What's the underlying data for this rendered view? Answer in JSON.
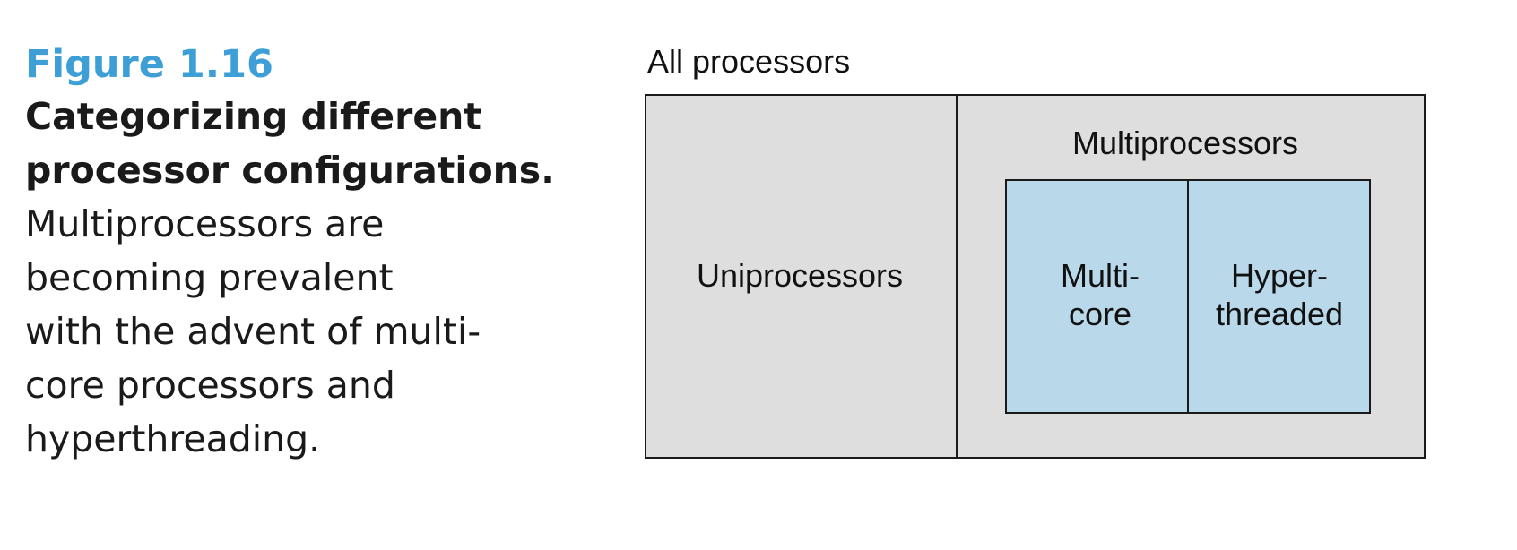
{
  "caption": {
    "figure_label": "Figure 1.16",
    "title_lines": [
      "Categorizing different",
      "processor configurations."
    ],
    "body_lines": [
      "Multiprocessors are",
      "becoming prevalent",
      "with the advent of multi-",
      "core processors and",
      "hyperthreading."
    ]
  },
  "diagram": {
    "outer_label": "All processors",
    "uniprocessors_label": "Uniprocessors",
    "multiprocessors_label": "Multiprocessors",
    "multicore_lines": [
      "Multi-",
      "core"
    ],
    "hyperthreaded_lines": [
      "Hyper-",
      "threaded"
    ],
    "colors": {
      "outer_fill": "#dedede",
      "inner_fill": "#b9d9ea",
      "stroke": "#1a1a1a",
      "figure_label": "#3d9fd6"
    }
  }
}
